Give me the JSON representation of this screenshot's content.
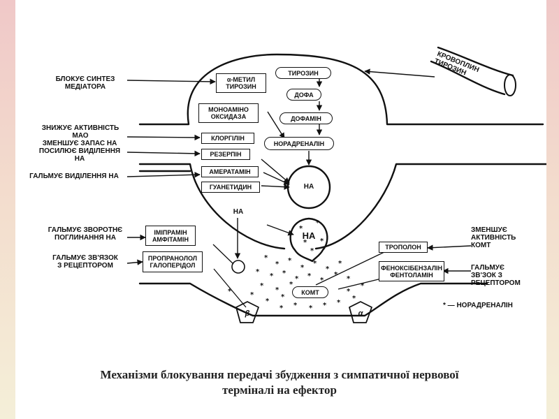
{
  "left_labels": {
    "blocks_synthesis_1": "БЛОКУЄ СИНТЕЗ",
    "blocks_synthesis_2": "МЕДІАТОРА",
    "lowers_mao_1": "ЗНИЖУЄ АКТИВНІСТЬ",
    "lowers_mao_2": "МАО",
    "reduces_store_1": "ЗМЕНШУЄ ЗАПАС НА",
    "reduces_store_2": "ПОСИЛЮЄ ВИДІЛЕННЯ",
    "reduces_store_3": "НА",
    "inhibits_release": "ГАЛЬМУЄ ВИДІЛЕННЯ НА",
    "inhibits_reuptake_1": "ГАЛЬМУЄ ЗВОРОТНЄ",
    "inhibits_reuptake_2": "ПОГЛИНАННЯ НА",
    "inhibits_binding_1": "ГАЛЬМУЄ ЗВ'ЯЗОК",
    "inhibits_binding_2": "З РЕЦЕПТОРОМ"
  },
  "right_labels": {
    "blood_tyrosine_1": "КРОВОПЛИН",
    "blood_tyrosine_2": "ТИРОЗИН",
    "reduces_comt_1": "ЗМЕНШУЄ",
    "reduces_comt_2": "АКТИВНІСТЬ",
    "reduces_comt_3": "КОМТ",
    "inhibits_binding_1": "ГАЛЬМУЄ",
    "inhibits_binding_2": "ЗВ'ЗОК З",
    "inhibits_binding_3": "РЕЦЕПТОРОМ",
    "legend": "* — НОРАДРЕНАЛІН"
  },
  "pathway": {
    "tyrosine": "ТИРОЗИН",
    "dopa": "ДОФА",
    "dopamine": "ДОФАМІН",
    "noradrenaline": "НОРАДРЕНАЛІН"
  },
  "drugs": {
    "methyltyrosine_1": "α-МЕТИЛ",
    "methyltyrosine_2": "ТИРОЗИН",
    "mao_1": "МОНОАМІНО",
    "mao_2": "ОКСИДАЗА",
    "clorgyline": "КЛОРГІЛІН",
    "reserpine": "РЕЗЕРПІН",
    "ameratamine": "АМЕРАТАМІН",
    "guanethidine": "ГУАНЕТИДИН",
    "imipramine": "ІМІПРАМІН",
    "amphetamine": "АМФІТАМІН",
    "propranolol": "ПРОПРАНОЛОЛ",
    "haloperidol": "ГАЛОПЕРІДОЛ",
    "tropolone": "ТРОПОЛОН",
    "phenoxybenzamine": "ФЕНОКСІБЕНЗАЛІН",
    "phentolamine": "ФЕНТОЛАМІН",
    "comt": "КОМТ"
  },
  "na_labels": {
    "vesicle": "НА",
    "release": "НА",
    "reuptake": "НА"
  },
  "receptors": {
    "beta": "β",
    "alpha": "α"
  },
  "caption": {
    "line1": "Механізми блокування передачі збудження з симпатичної нервової",
    "line2": "терміналі на ефектор"
  }
}
